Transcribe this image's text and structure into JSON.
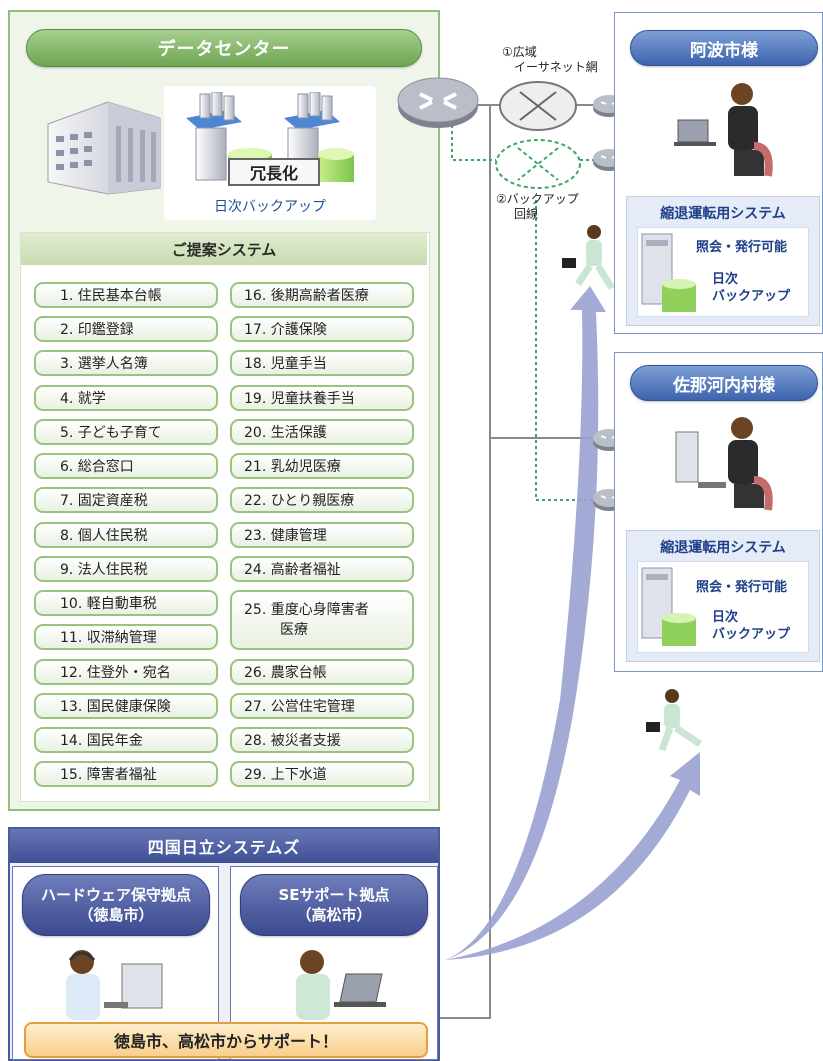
{
  "data_center": {
    "title": "データセンター",
    "redundancy_label": "冗長化",
    "daily_backup_label": "日次バックアップ",
    "proposal": {
      "title": "ご提案システム",
      "left_items": [
        "1. 住民基本台帳",
        "2. 印鑑登録",
        "3. 選挙人名簿",
        "4. 就学",
        "5. 子ども子育て",
        "6. 総合窓口",
        "7. 固定資産税",
        "8. 個人住民税",
        "9. 法人住民税",
        "10. 軽自動車税",
        "11. 収滞納管理",
        "12. 住登外・宛名",
        "13. 国民健康保険",
        "14. 国民年金",
        "15. 障害者福祉"
      ],
      "right_items": [
        "16. 後期高齢者医療",
        "17. 介護保険",
        "18. 児童手当",
        "19. 児童扶養手当",
        "20. 生活保護",
        "21. 乳幼児医療",
        "22. ひとり親医療",
        "23. 健康管理",
        "24. 高齢者福祉",
        "25. 重度心身障害者",
        "26. 農家台帳",
        "27. 公営住宅管理",
        "28. 被災者支援",
        "29. 上下水道"
      ],
      "item_25_line2": "医療"
    }
  },
  "network": {
    "wan_label_line1": "①広域",
    "wan_label_line2": "イーサネット網",
    "backup_label_line1": "②バックアップ",
    "backup_label_line2": "回線"
  },
  "municipalities": [
    {
      "name": "阿波市様",
      "system_title": "縮退運転用システム",
      "capability": "照会・発行可能",
      "backup_line1": "日次",
      "backup_line2": "バックアップ"
    },
    {
      "name": "佐那河内村様",
      "system_title": "縮退運転用システム",
      "capability": "照会・発行可能",
      "backup_line1": "日次",
      "backup_line2": "バックアップ"
    }
  ],
  "shikoku": {
    "title": "四国日立システムズ",
    "hardware_line1": "ハードウェア保守拠点",
    "hardware_line2": "（徳島市）",
    "se_line1": "SEサポート拠点",
    "se_line2": "（高松市）",
    "support_banner": "徳島市、高松市からサポート！"
  },
  "colors": {
    "green_accent": "#7fb563",
    "blue_accent": "#3d64ad",
    "navy_accent": "#3f4f95",
    "arrow": "#8f97c9",
    "banner_border": "#e2a03c"
  }
}
